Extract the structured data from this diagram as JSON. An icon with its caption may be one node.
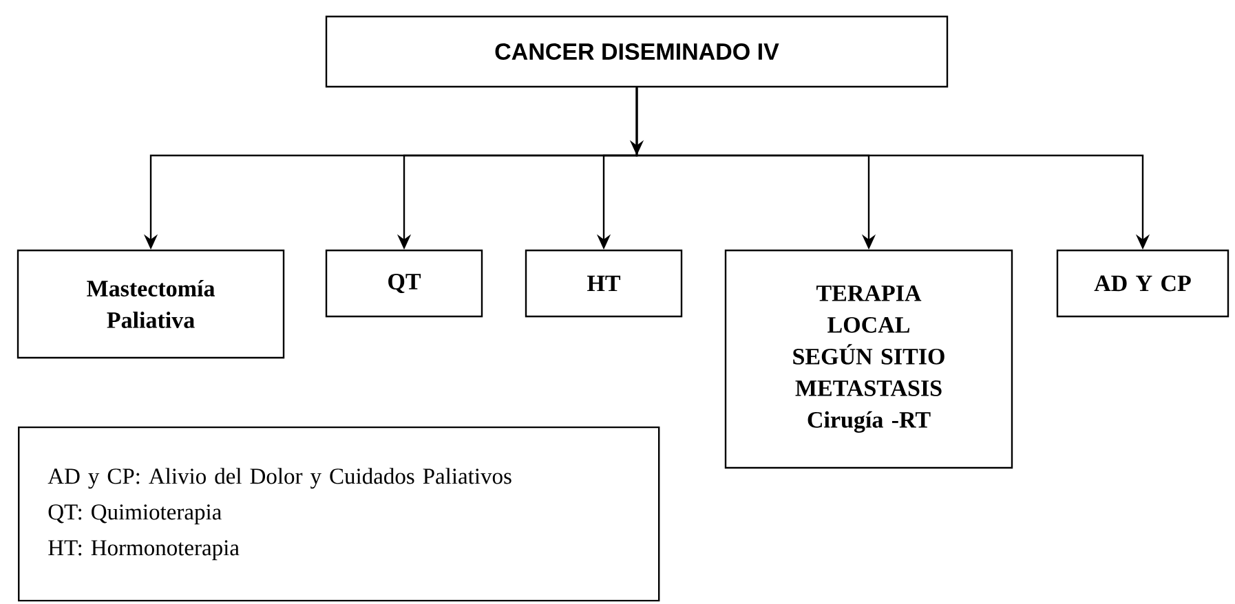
{
  "diagram": {
    "nodes": [
      {
        "text": [
          "CANCER  DISEMINADO IV"
        ]
      },
      {
        "text": [
          "Mastectomía Paliativa"
        ]
      },
      {
        "text": [
          "QT"
        ]
      },
      {
        "text": [
          "HT"
        ]
      },
      {
        "text": [
          "TERAPIA LOCAL SEGÚN SITIO METASTASIS Cirugía -RT"
        ]
      },
      {
        "text": [
          "AD Y CP"
        ]
      },
      {
        "text": [
          "AD y CP: Alivio del Dolor y Cuidados Paliativos",
          "QT: Quimioterapia",
          "HT: Hormonoterapia"
        ]
      }
    ],
    "edges": [
      {
        "from": 0,
        "to": 1,
        "arrow": "to"
      },
      {
        "from": 0,
        "to": 2,
        "arrow": "to"
      },
      {
        "from": 0,
        "to": 3,
        "arrow": "to"
      },
      {
        "from": 0,
        "to": 4,
        "arrow": "to"
      },
      {
        "from": 0,
        "to": 5,
        "arrow": "to"
      }
    ]
  }
}
